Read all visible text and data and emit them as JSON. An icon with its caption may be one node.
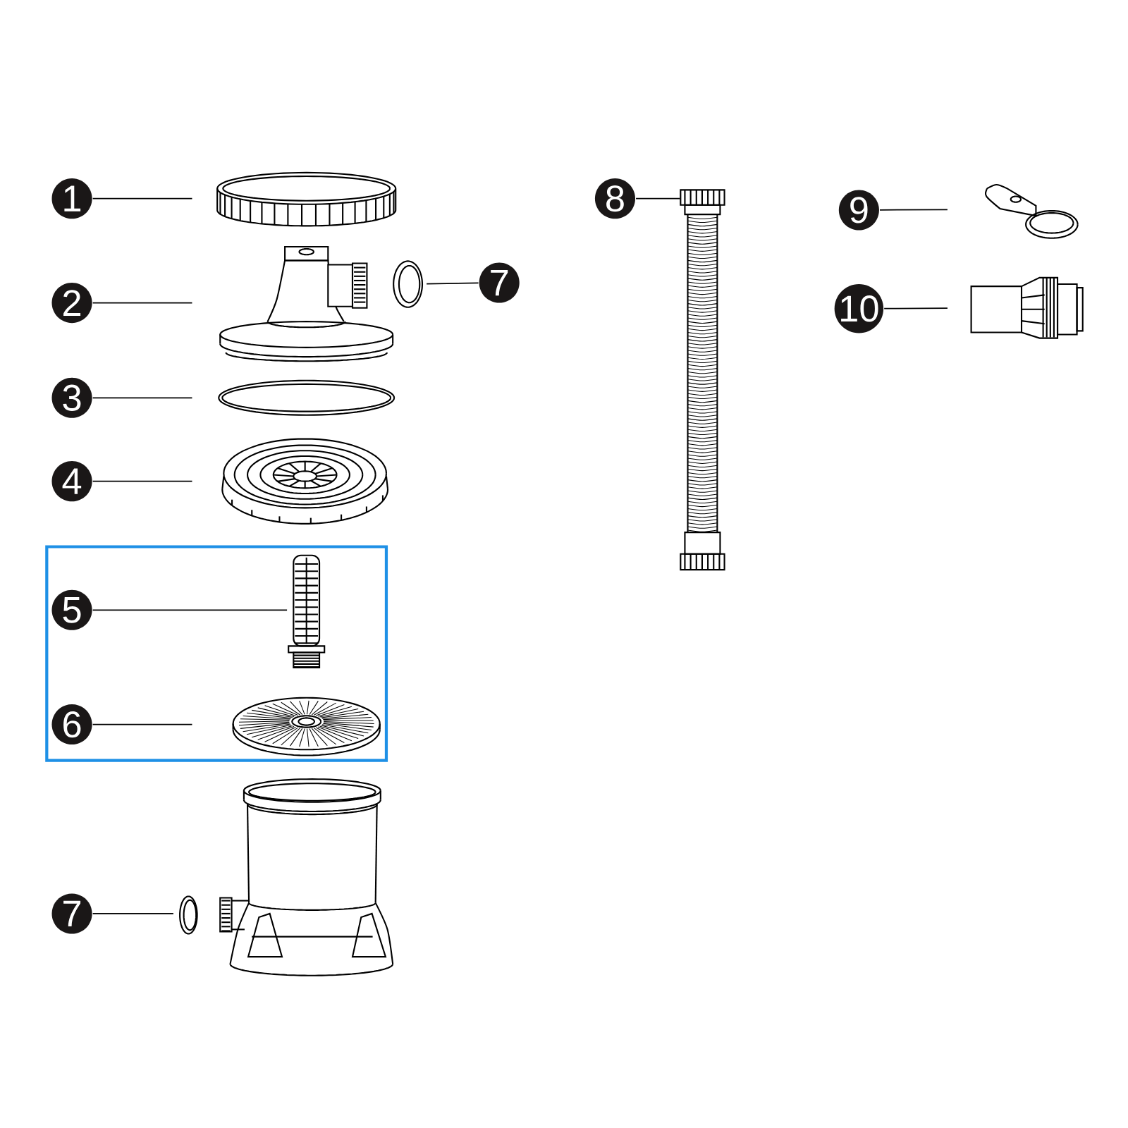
{
  "diagram": {
    "nodes": [
      {
        "text": [
          "1"
        ]
      },
      {
        "text": [
          "2"
        ]
      },
      {
        "text": [
          "3"
        ]
      },
      {
        "text": [
          "4"
        ]
      },
      {
        "text": [
          "5"
        ]
      },
      {
        "text": [
          "6"
        ]
      },
      {
        "text": [
          "7"
        ]
      },
      {
        "text": [
          "7"
        ]
      },
      {
        "text": [
          "8"
        ]
      },
      {
        "text": [
          "9"
        ]
      },
      {
        "text": [
          "10"
        ]
      },
      {
        "text": [],
        "shape": "picture"
      },
      {
        "text": [],
        "shape": "picture"
      },
      {
        "text": [],
        "shape": "picture"
      },
      {
        "text": [],
        "shape": "picture"
      },
      {
        "text": [],
        "shape": "picture"
      },
      {
        "text": [],
        "shape": "picture"
      },
      {
        "text": [],
        "shape": "picture"
      },
      {
        "text": [],
        "shape": "picture"
      },
      {
        "text": [],
        "shape": "picture"
      },
      {
        "text": [],
        "shape": "picture"
      },
      {
        "text": [],
        "shape": "picture"
      }
    ],
    "edges": [
      {
        "from": 0,
        "to": 11,
        "arrow": "none"
      },
      {
        "from": 1,
        "to": 12,
        "arrow": "none"
      },
      {
        "from": 2,
        "to": 13,
        "arrow": "none"
      },
      {
        "from": 3,
        "to": 14,
        "arrow": "none"
      },
      {
        "from": 4,
        "to": 15,
        "arrow": "none"
      },
      {
        "from": 5,
        "to": 16,
        "arrow": "none"
      },
      {
        "from": 6,
        "to": 17,
        "arrow": "none"
      },
      {
        "from": 7,
        "to": 18,
        "arrow": "none"
      },
      {
        "from": 8,
        "to": 19,
        "arrow": "none"
      },
      {
        "from": 9,
        "to": 20,
        "arrow": "none"
      },
      {
        "from": 10,
        "to": 21,
        "arrow": "none"
      }
    ]
  }
}
